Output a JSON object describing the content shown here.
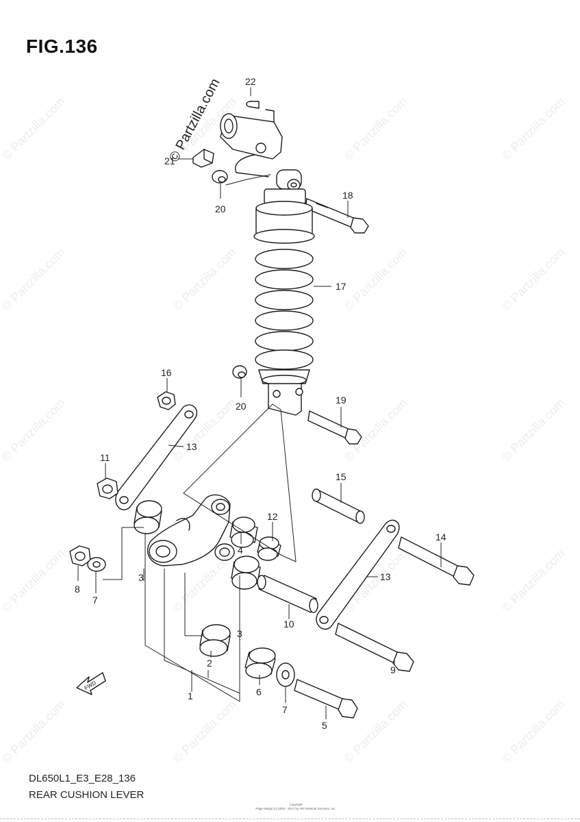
{
  "figure": {
    "title": "FIG.136",
    "model_code": "DL650L1_E3_E28_136",
    "name": "REAR CUSHION LEVER",
    "copyright_line1": "Copyright",
    "copyright_line2": "Page design (c) 2004 - 2017 by ARI Network Services, Inc.",
    "watermark": "© Partzilla.com",
    "fwd_label": "FWD"
  },
  "callouts": [
    "22",
    "21",
    "20",
    "18",
    "17",
    "16",
    "20",
    "19",
    "13",
    "11",
    "15",
    "12",
    "4",
    "14",
    "3",
    "8",
    "7",
    "13",
    "3",
    "10",
    "2",
    "9",
    "1",
    "6",
    "7",
    "5"
  ]
}
